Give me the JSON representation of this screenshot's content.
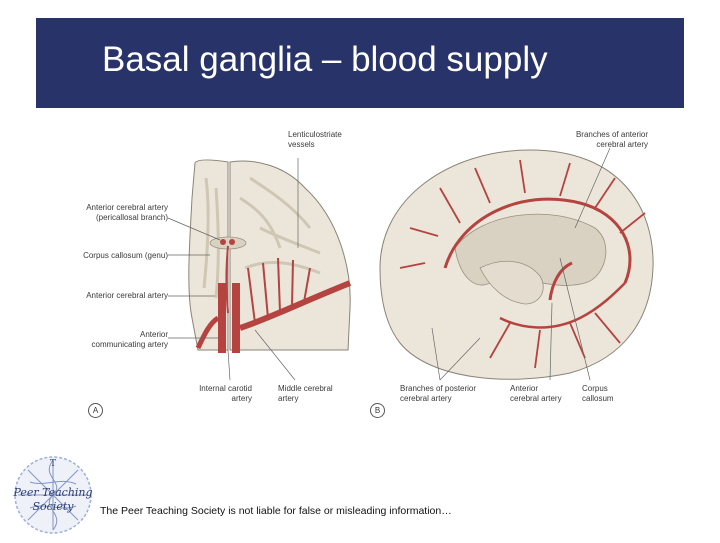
{
  "title": "Basal ganglia – blood supply",
  "figure": {
    "panel_a": {
      "letter": "A",
      "labels": {
        "lenticulostriate": "Lenticulostriate\nvessels",
        "aca_pericallosal": "Anterior cerebral artery\n(pericallosal branch)",
        "corpus_callosum_genu": "Corpus callosum (genu)",
        "aca": "Anterior cerebral artery",
        "acom": "Anterior\ncommunicating artery",
        "ica": "Internal carotid\nartery",
        "mca": "Middle cerebral\nartery"
      }
    },
    "panel_b": {
      "letter": "B",
      "labels": {
        "aca_branches": "Branches of anterior\ncerebral artery",
        "pca_branches": "Branches of posterior\ncerebral artery",
        "aca": "Anterior\ncerebral artery",
        "corpus_callosum": "Corpus\ncallosum"
      }
    }
  },
  "logo_text": "Peer Teaching Society",
  "disclaimer": "The Peer Teaching Society is not liable for false or misleading information…",
  "colors": {
    "title_bar": "#28336a",
    "artery": "#b5433f",
    "tissue": "#ece6da"
  }
}
